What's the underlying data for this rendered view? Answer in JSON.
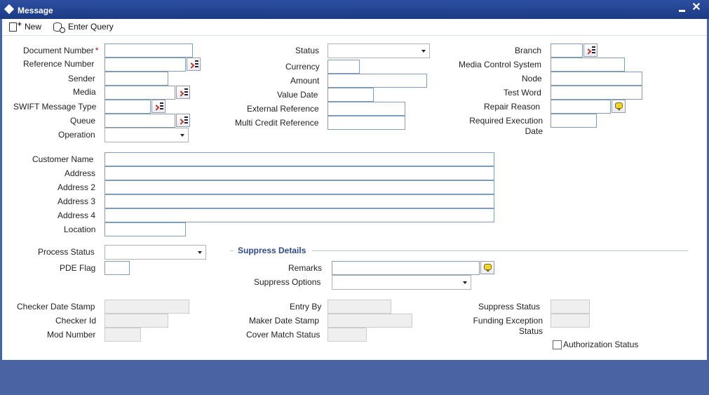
{
  "window": {
    "title": "Message"
  },
  "toolbar": {
    "new_label": "New",
    "enter_query_label": "Enter Query"
  },
  "labels": {
    "document_number": "Document Number",
    "reference_number": "Reference Number",
    "sender": "Sender",
    "media": "Media",
    "swift_message_type": "SWIFT Message Type",
    "queue": "Queue",
    "operation": "Operation",
    "status": "Status",
    "currency": "Currency",
    "amount": "Amount",
    "value_date": "Value Date",
    "external_reference": "External Reference",
    "multi_credit_reference": "Multi Credit Reference",
    "branch": "Branch",
    "media_control_system": "Media Control System",
    "node": "Node",
    "test_word": "Test Word",
    "repair_reason": "Repair Reason",
    "required_execution_line1": "Required Execution",
    "required_execution_line2": "Date",
    "customer_name": "Customer Name",
    "address": "Address",
    "address2": "Address 2",
    "address3": "Address 3",
    "address4": "Address 4",
    "location": "Location",
    "process_status": "Process Status",
    "pde_flag": "PDE Flag",
    "remarks": "Remarks",
    "suppress_options": "Suppress Options",
    "checker_date_stamp": "Checker Date Stamp",
    "checker_id": "Checker Id",
    "mod_number": "Mod Number",
    "entry_by": "Entry By",
    "maker_date_stamp": "Maker Date Stamp",
    "cover_match_status": "Cover Match Status",
    "suppress_status": "Suppress Status",
    "funding_exception_line1": "Funding Exception",
    "funding_exception_line2": "Status",
    "authorization_status": "Authorization Status"
  },
  "required_marker": "*",
  "sections": {
    "suppress_details": "Suppress Details"
  },
  "values": {
    "document_number": "",
    "reference_number": "",
    "sender": "",
    "media": "",
    "swift_message_type": "",
    "queue": "",
    "operation": "",
    "status": "",
    "currency": "",
    "amount": "",
    "value_date": "",
    "external_reference": "",
    "multi_credit_reference": "",
    "branch": "",
    "media_control_system": "",
    "node": "",
    "test_word": "",
    "repair_reason": "",
    "required_execution_date": "",
    "customer_name": "",
    "address": "",
    "address2": "",
    "address3": "",
    "address4": "",
    "location": "",
    "process_status": "",
    "pde_flag": "",
    "remarks": "",
    "suppress_options": "",
    "checker_date_stamp": "",
    "checker_id": "",
    "mod_number": "",
    "entry_by": "",
    "maker_date_stamp": "",
    "cover_match_status": "",
    "suppress_status": "",
    "funding_exception_status": ""
  },
  "colors": {
    "titlebar": "#1c3a86",
    "background": "#4a63a3",
    "section_title": "#2e4a8c",
    "required": "#c00000"
  },
  "icons": {
    "lov": "list-of-values-icon",
    "remarks": "speech-bubble-icon"
  }
}
